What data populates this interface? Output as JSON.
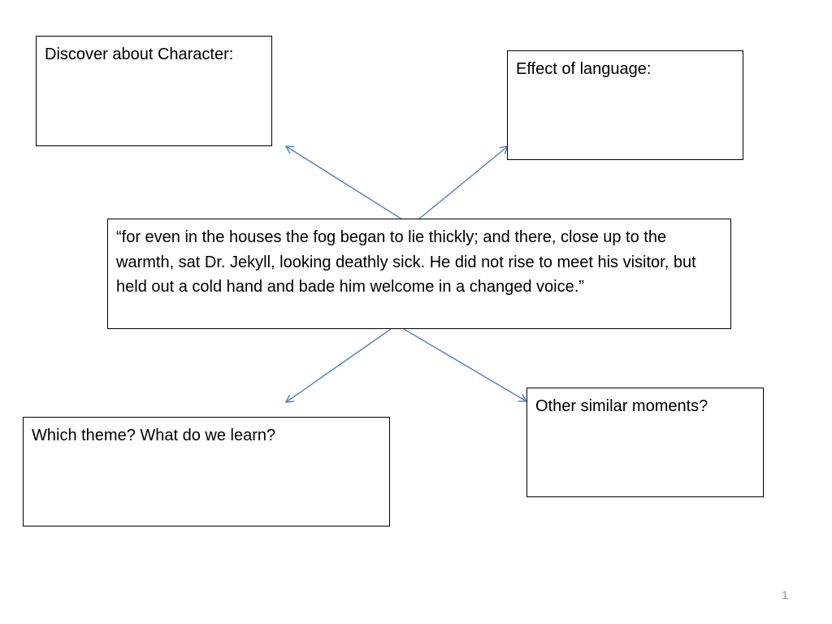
{
  "slide": {
    "boxes": {
      "character": "Discover about Character:",
      "language": "Effect of language:",
      "quote": "“for even in the houses the fog began to lie thickly; and there, close up to the warmth, sat Dr. Jekyll, looking deathly sick. He did not rise to meet his visitor, but held out a cold hand and bade him welcome in a changed voice.”",
      "theme": "Which theme? What do we learn?",
      "similar": "Other similar moments?"
    },
    "slide_number": "1",
    "arrow_color": "#4f81bd"
  }
}
